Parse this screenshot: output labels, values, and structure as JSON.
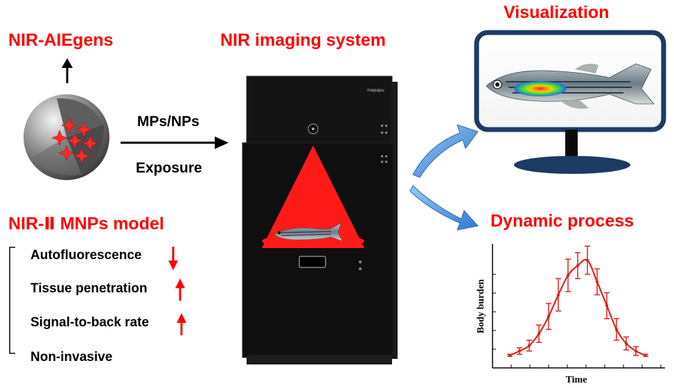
{
  "titles": {
    "nir_aiegens": "NIR-AIEgens",
    "imaging_system": "NIR imaging system",
    "visualization": "Visualization",
    "dynamic_process": "Dynamic process",
    "mnps_model": "NIR-Ⅱ MNPs model"
  },
  "arrow_labels": {
    "top": "MPs/NPs",
    "bottom": "Exposure"
  },
  "properties": [
    {
      "label": "Autofluorescence",
      "direction": "down"
    },
    {
      "label": "Tissue penetration",
      "direction": "up"
    },
    {
      "label": "Signal-to-back rate",
      "direction": "up"
    },
    {
      "label": "Non-invasive",
      "direction": "none"
    }
  ],
  "colors": {
    "title_red": "#ff0000",
    "arrow_blue": "#4a90d9",
    "monitor_border": "#1c3b63",
    "curve_red": "#e02020"
  },
  "chart_data": {
    "type": "line",
    "title": "",
    "xlabel": "Time",
    "ylabel": "Body burden",
    "x": [
      1,
      2,
      3,
      4,
      5,
      6,
      7,
      8,
      9,
      10,
      11,
      12,
      13,
      14,
      15
    ],
    "values": [
      0.02,
      0.06,
      0.11,
      0.22,
      0.38,
      0.58,
      0.76,
      0.85,
      0.9,
      0.7,
      0.48,
      0.26,
      0.13,
      0.06,
      0.02
    ],
    "errors": [
      0.01,
      0.03,
      0.05,
      0.08,
      0.12,
      0.15,
      0.15,
      0.12,
      0.13,
      0.12,
      0.12,
      0.1,
      0.06,
      0.04,
      0.01
    ],
    "ylim": [
      0,
      1
    ],
    "grid": false,
    "color": "#e02020"
  }
}
